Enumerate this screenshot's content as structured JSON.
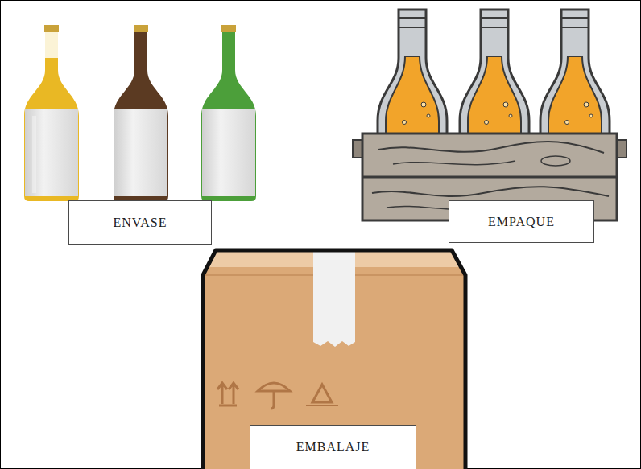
{
  "diagram": {
    "nodes": [
      {
        "text": [
          "ENVASE"
        ]
      },
      {
        "text": [
          "EMPAQUE"
        ]
      },
      {
        "text": [
          "EMBALAJE"
        ]
      }
    ]
  }
}
